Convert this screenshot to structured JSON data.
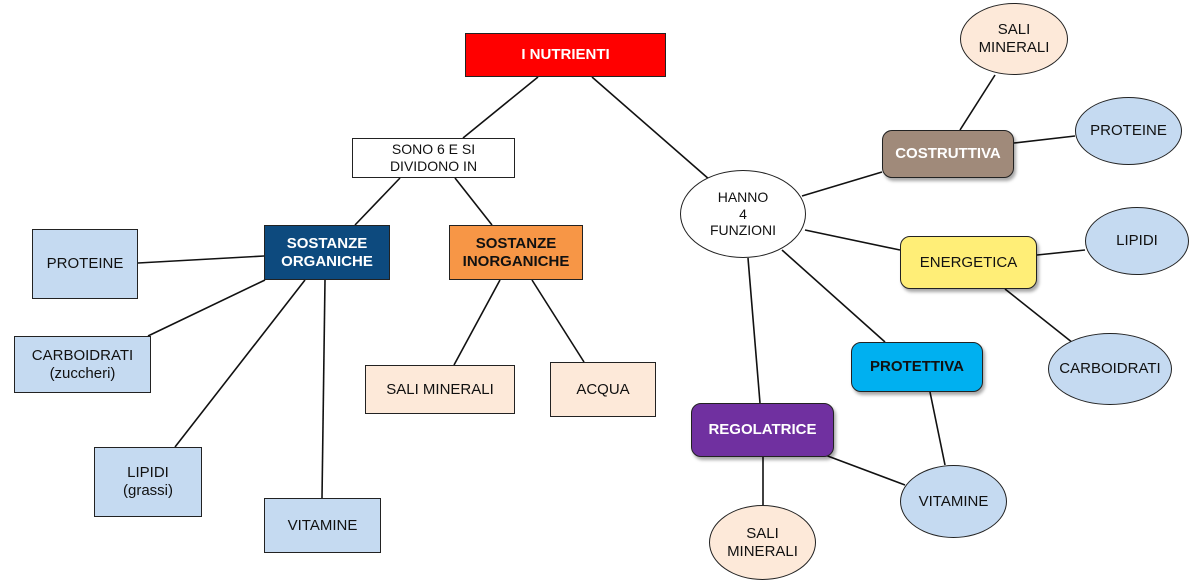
{
  "nodes": {
    "root": "I NUTRIENTI",
    "sono6": "SONO 6 E SI\nDIVIDONO IN",
    "organiche": "SOSTANZE\nORGANICHE",
    "inorganiche": "SOSTANZE\nINORGANICHE",
    "proteine_l": "PROTEINE",
    "carboidrati_l": "CARBOIDRATI\n(zuccheri)",
    "lipidi_l": "LIPIDI\n(grassi)",
    "vitamine_l": "VITAMINE",
    "sali_mid": "SALI MINERALI",
    "acqua": "ACQUA",
    "hanno4": "HANNO\n4\nFUNZIONI",
    "costruttiva": "COSTRUTTIVA",
    "energetica": "ENERGETICA",
    "protettiva": "PROTETTIVA",
    "regolatrice": "REGOLATRICE",
    "sali_top": "SALI\nMINERALI",
    "proteine_r": "PROTEINE",
    "lipidi_r": "LIPIDI",
    "carboidrati_r": "CARBOIDRATI",
    "vitamine_r": "VITAMINE",
    "sali_bottom": "SALI\nMINERALI"
  },
  "colors": {
    "root": "#ff0000",
    "organiche": "#0d4a7e",
    "inorganiche": "#f79646",
    "leaf_blue": "#c5daf1",
    "leaf_peach": "#fde9d9",
    "costruttiva": "#a08a7a",
    "energetica": "#ffee77",
    "protettiva": "#00b0f0",
    "regolatrice": "#7030a0"
  }
}
